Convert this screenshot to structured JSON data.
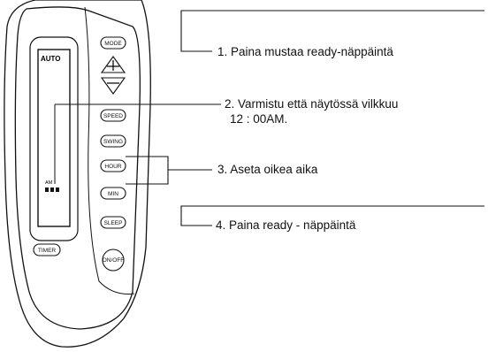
{
  "remote": {
    "display_mode": "AUTO",
    "display_am": "AM",
    "buttons": {
      "mode": "MODE",
      "plus": "+",
      "minus": "−",
      "speed": "SPEED",
      "swing": "SWING",
      "hour": "HOUR",
      "min": "MIN",
      "sleep": "SLEEP",
      "timer": "TIMER",
      "onoff": "ON/OFF"
    }
  },
  "steps": [
    {
      "text": "1. Paina mustaa ready-näppäintä"
    },
    {
      "line1": "2. Varmistu että näytössä vilkkuu",
      "line2": "12 : 00AM."
    },
    {
      "text": "3. Aseta oikea aika"
    },
    {
      "text": "4. Paina ready - näppäintä"
    }
  ]
}
